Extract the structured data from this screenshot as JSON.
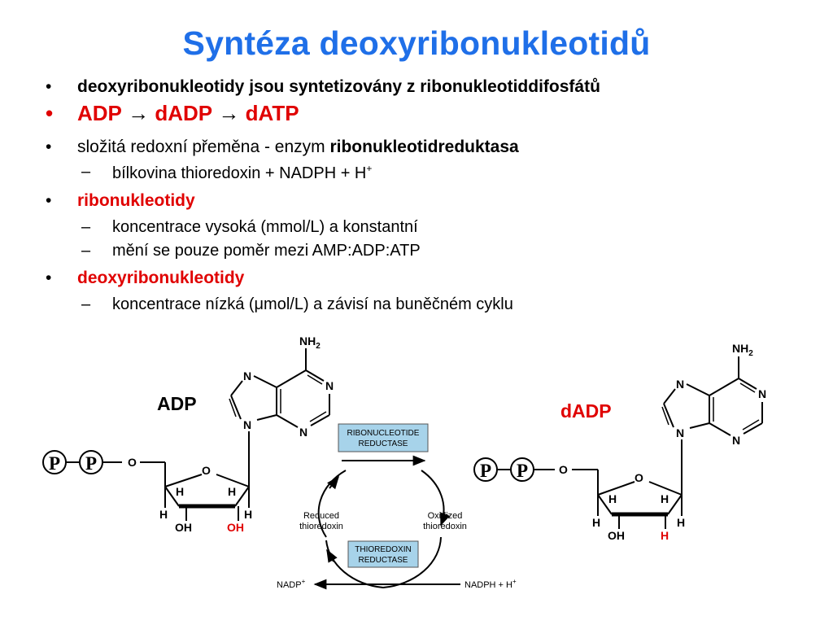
{
  "slide": {
    "title": "Syntéza deoxyribonukleotidů",
    "bullet_symbol": "•",
    "dash_symbol": "–",
    "bullets": [
      {
        "text": "deoxyribonukleotidy jsou syntetizovány z ribonukleotiddifosfátů"
      },
      {
        "part1": "ADP",
        "arrow1": " → ",
        "part2": "dADP",
        "arrow2": " → ",
        "part3": "dATP"
      },
      {
        "text": "složitá redoxní přeměna - enzym ",
        "bold": "ribonukleotidreduktasa"
      },
      {
        "text": "bílkovina thioredoxin + NADPH + H",
        "sup": "+"
      },
      {
        "text": "ribonukleotidy"
      },
      {
        "text": "koncentrace vysoká (mmol/L) a konstantní"
      },
      {
        "text": "mění se pouze poměr mezi AMP:ADP:ATP"
      },
      {
        "text": "deoxyribonukleotidy"
      },
      {
        "text": "koncentrace nízká (μmol/L) a závisí na buněčném cyklu"
      }
    ]
  },
  "figure": {
    "adp_label": "ADP",
    "dadp_label": "dADP",
    "phosphate": "P",
    "oxygen": "O",
    "nitrogen": "N",
    "hydrogen": "H",
    "hydroxyl": "OH",
    "amine_nh": "NH",
    "amine_sub": "2",
    "enzyme1_line1": "RIBONUCLEOTIDE",
    "enzyme1_line2": "REDUCTASE",
    "enzyme2_line1": "THIOREDOXIN",
    "enzyme2_line2": "REDUCTASE",
    "reduced_line1": "Reduced",
    "reduced_line2": "thioredoxin",
    "oxidized_line1": "Oxidized",
    "oxidized_line2": "thioredoxin",
    "nadp": "NADP",
    "nadp_sup": "+",
    "nadph": "NADPH + H",
    "nadph_sup": "+",
    "colors": {
      "title": "#1f6fe8",
      "highlight": "#e00000",
      "enzyme_box": "#a7d3ea"
    }
  }
}
